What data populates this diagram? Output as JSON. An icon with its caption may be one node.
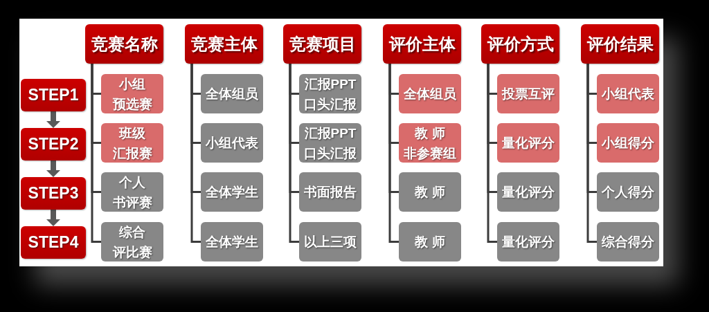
{
  "diagram": {
    "nodes": [
      {
        "text": [
          "STEP1"
        ]
      },
      {
        "text": [
          "STEP2"
        ]
      },
      {
        "text": [
          "STEP3"
        ]
      },
      {
        "text": [
          "STEP4"
        ]
      },
      {
        "text": [
          "竞赛名称"
        ]
      },
      {
        "text": [
          "小组预选赛"
        ]
      },
      {
        "text": [
          "班级汇报赛"
        ]
      },
      {
        "text": [
          "个人书评赛"
        ]
      },
      {
        "text": [
          "综合评比赛"
        ]
      },
      {
        "text": [
          "竞赛主体"
        ]
      },
      {
        "text": [
          "全体组员"
        ]
      },
      {
        "text": [
          "小组代表"
        ]
      },
      {
        "text": [
          "全体学生"
        ]
      },
      {
        "text": [
          "全体学生"
        ]
      },
      {
        "text": [
          "竞赛项目"
        ]
      },
      {
        "text": [
          "汇报PPT口头汇报"
        ]
      },
      {
        "text": [
          "汇报PPT口头汇报"
        ]
      },
      {
        "text": [
          "书面报告"
        ]
      },
      {
        "text": [
          "以上三项"
        ]
      },
      {
        "text": [
          "评价主体"
        ]
      },
      {
        "text": [
          "全体组员"
        ]
      },
      {
        "text": [
          "教 师非参赛组"
        ]
      },
      {
        "text": [
          "教 师"
        ]
      },
      {
        "text": [
          "教 师"
        ]
      },
      {
        "text": [
          "评价方式"
        ]
      },
      {
        "text": [
          "投票互评"
        ]
      },
      {
        "text": [
          "量化评分"
        ]
      },
      {
        "text": [
          "量化评分"
        ]
      },
      {
        "text": [
          "量化评分"
        ]
      },
      {
        "text": [
          "评价结果"
        ]
      },
      {
        "text": [
          "小组代表"
        ]
      },
      {
        "text": [
          "小组得分"
        ]
      },
      {
        "text": [
          "个人得分"
        ]
      },
      {
        "text": [
          "综合得分"
        ]
      }
    ],
    "edges": [
      {
        "from": 0,
        "to": 1,
        "arrow": "to",
        "style": "thick"
      },
      {
        "from": 1,
        "to": 2,
        "arrow": "to",
        "style": "thick"
      },
      {
        "from": 2,
        "to": 3,
        "arrow": "to",
        "style": "thick"
      },
      {
        "from": 4,
        "to": 5,
        "arrow": "none"
      },
      {
        "from": 4,
        "to": 6,
        "arrow": "none"
      },
      {
        "from": 4,
        "to": 7,
        "arrow": "none"
      },
      {
        "from": 4,
        "to": 8,
        "arrow": "none"
      },
      {
        "from": 9,
        "to": 10,
        "arrow": "none"
      },
      {
        "from": 9,
        "to": 11,
        "arrow": "none"
      },
      {
        "from": 9,
        "to": 12,
        "arrow": "none"
      },
      {
        "from": 9,
        "to": 13,
        "arrow": "none"
      },
      {
        "from": 14,
        "to": 15,
        "arrow": "none"
      },
      {
        "from": 14,
        "to": 16,
        "arrow": "none"
      },
      {
        "from": 14,
        "to": 17,
        "arrow": "none"
      },
      {
        "from": 14,
        "to": 18,
        "arrow": "none"
      },
      {
        "from": 19,
        "to": 20,
        "arrow": "none"
      },
      {
        "from": 19,
        "to": 21,
        "arrow": "none"
      },
      {
        "from": 19,
        "to": 22,
        "arrow": "none"
      },
      {
        "from": 19,
        "to": 23,
        "arrow": "none"
      },
      {
        "from": 24,
        "to": 25,
        "arrow": "none"
      },
      {
        "from": 24,
        "to": 26,
        "arrow": "none"
      },
      {
        "from": 24,
        "to": 27,
        "arrow": "none"
      },
      {
        "from": 24,
        "to": 28,
        "arrow": "none"
      },
      {
        "from": 29,
        "to": 30,
        "arrow": "none"
      },
      {
        "from": 29,
        "to": 31,
        "arrow": "none"
      },
      {
        "from": 29,
        "to": 32,
        "arrow": "none"
      },
      {
        "from": 29,
        "to": 33,
        "arrow": "none"
      }
    ]
  }
}
